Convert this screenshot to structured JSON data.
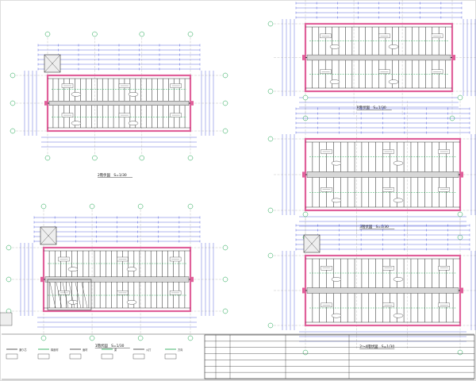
{
  "sheet": {
    "colors": {
      "wall": "#e0609a",
      "dim": "#1a2bd0",
      "green": "#16a34a",
      "line": "#333333",
      "gray": "#9a9a9a"
    }
  },
  "plans": [
    {
      "id": "p2",
      "title": "2階伏図　S=1/30",
      "grid": [
        "X1",
        "X2",
        "X3",
        "X4",
        "Y1",
        "Y2",
        "Y3"
      ],
      "variant": "a"
    },
    {
      "id": "p1",
      "title": "1階伏図　S=1/30",
      "grid": [
        "X1",
        "X2",
        "X3",
        "X4",
        "Y1",
        "Y2",
        "Y3"
      ],
      "variant": "b"
    },
    {
      "id": "pr",
      "title": "R階伏図　S=1/30",
      "grid": [
        "X1",
        "X4",
        "Y1",
        "Y3"
      ],
      "variant": "c"
    },
    {
      "id": "p3",
      "title": "3階伏図　S=1/30",
      "grid": [
        "X1",
        "X4",
        "Y1",
        "Y3"
      ],
      "variant": "c"
    },
    {
      "id": "p24",
      "title": "2〜4階伏図　S=1/30",
      "grid": [
        "X1",
        "X4",
        "Y1",
        "Y3"
      ],
      "variant": "c"
    }
  ],
  "legend": {
    "items": [
      {
        "label": "通り芯"
      },
      {
        "label": "構造材"
      },
      {
        "label": "面材"
      },
      {
        "label": "梁"
      },
      {
        "label": "火打"
      },
      {
        "label": "方向"
      }
    ]
  },
  "title_block": {
    "rows": [
      "",
      "",
      "",
      "",
      "",
      "",
      ""
    ],
    "cols": [
      "",
      "",
      "",
      ""
    ]
  }
}
